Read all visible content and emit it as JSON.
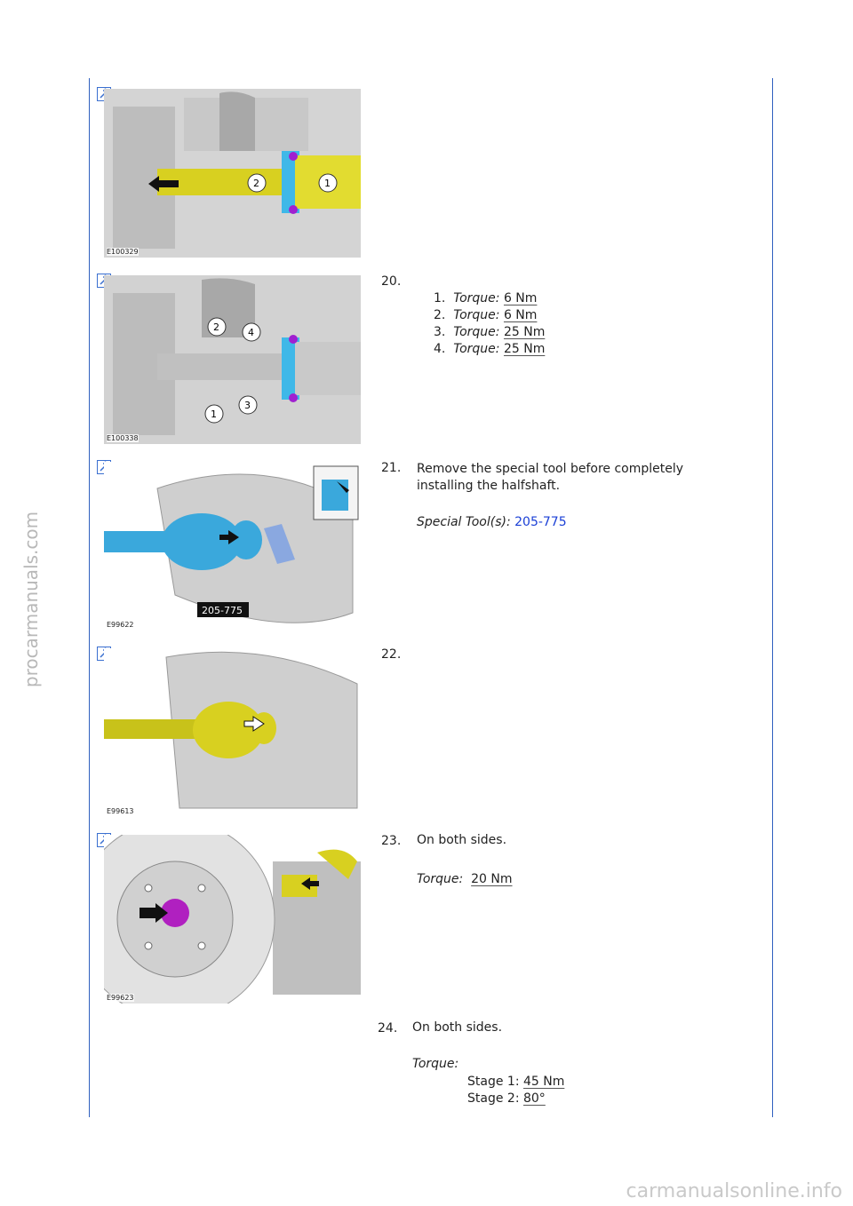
{
  "watermark_side": "procarmanuals.com",
  "watermark_footer": "carmanualsonline.info",
  "figures": [
    {
      "code": "E100329"
    },
    {
      "code": "E100338"
    },
    {
      "code": "E99622",
      "tag": "205-775"
    },
    {
      "code": "E99613"
    },
    {
      "code": "E99623"
    }
  ],
  "steps": [
    {
      "number": "20.",
      "items": [
        {
          "n": "1.",
          "label": "Torque:",
          "value": "6 Nm"
        },
        {
          "n": "2.",
          "label": "Torque:",
          "value": "6 Nm"
        },
        {
          "n": "3.",
          "label": "Torque:",
          "value": "25 Nm"
        },
        {
          "n": "4.",
          "label": "Torque:",
          "value": "25 Nm"
        }
      ]
    },
    {
      "number": "21.",
      "text_line1": "Remove the special tool before completely",
      "text_line2": "installing the halfshaft.",
      "tool_label": "Special Tool(s):",
      "tool_value": "205-775"
    },
    {
      "number": "22."
    },
    {
      "number": "23.",
      "text": "On both sides.",
      "torque_label": "Torque:",
      "torque_value": "20 Nm"
    },
    {
      "number": "24.",
      "text": "On both sides.",
      "torque_label": "Torque:",
      "stages": [
        {
          "label": "Stage 1:",
          "value": "45 Nm"
        },
        {
          "label": "Stage 2:",
          "value": "80°"
        }
      ]
    }
  ]
}
